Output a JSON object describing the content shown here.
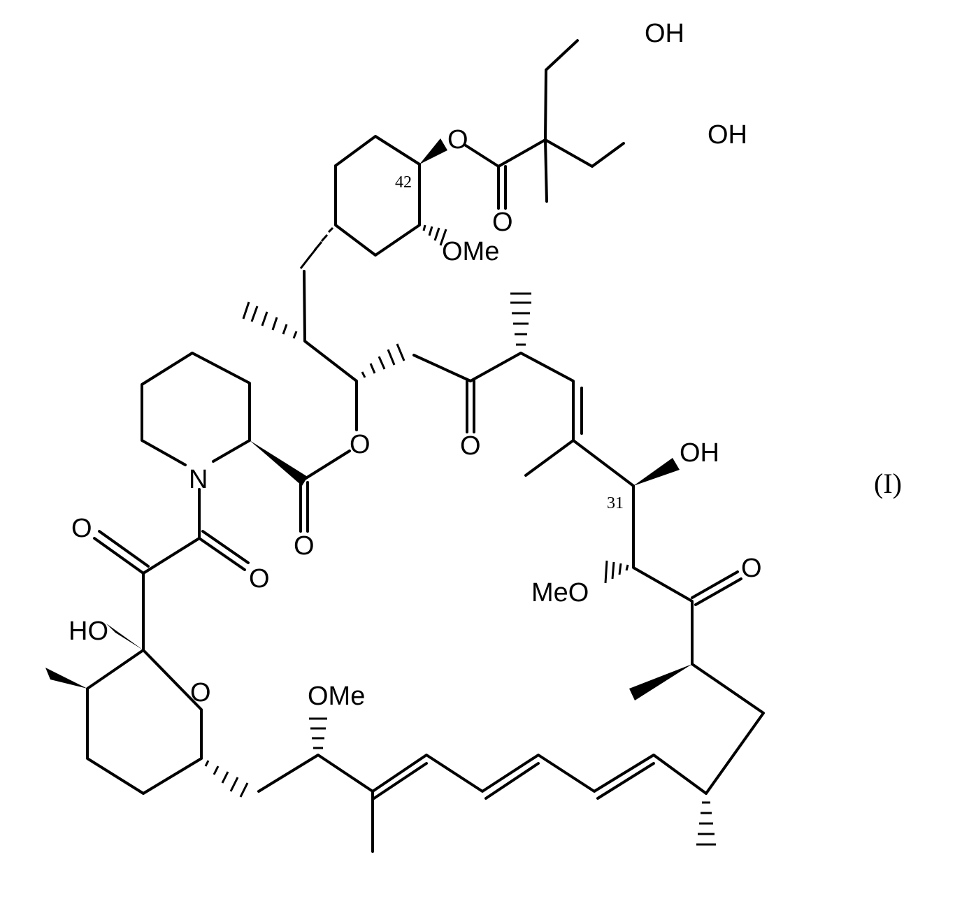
{
  "diagram": {
    "type": "chemical-structure",
    "compound_label": "(I)",
    "atom_labels": {
      "oh_top": "OH",
      "oh_mid": "OH",
      "ester_o": "O",
      "ester_carbonyl_o": "O",
      "ring_ome": "OMe",
      "lactone_o": "O",
      "ketone_o_upper": "O",
      "oh_31": "OH",
      "pip_n": "N",
      "pip_carbonyl_o": "O",
      "diketo_o1": "O",
      "diketo_o2": "O",
      "meo_left": "MeO",
      "ketone_o_right": "O",
      "hemiketal_ho": "HO",
      "pyran_o": "O",
      "triene_ome": "OMe"
    },
    "position_numbers": {
      "c42": "42",
      "c31": "31"
    }
  }
}
